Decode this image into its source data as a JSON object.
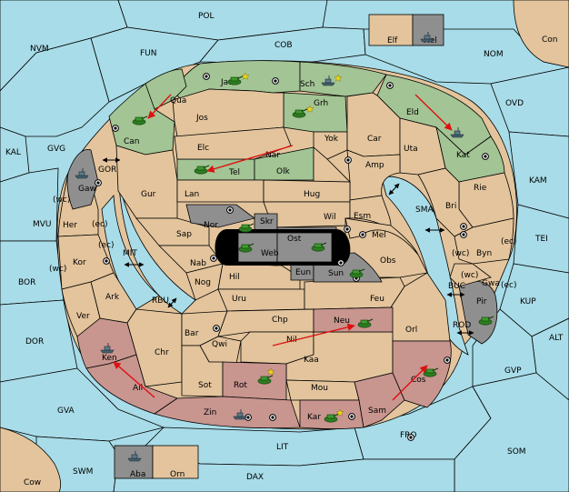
{
  "map_title": "",
  "colors": {
    "sea": "#a8dce8",
    "land": "#e3c49c",
    "green_power": "#a3c494",
    "red_power": "#c8958f",
    "grey_power": "#8f8f8f",
    "arrow": "#d11111"
  },
  "labels": {
    "POL": "POL",
    "NVM": "NVM",
    "FUN": "FUN",
    "COB": "COB",
    "NOM": "NOM",
    "Con": "Con",
    "OVD": "OVD",
    "KAL": "KAL",
    "GVG": "GVG",
    "KAM": "KAM",
    "TEI": "TEI",
    "MVU": "MVU",
    "BOR": "BOR",
    "DOR": "DOR",
    "KUP": "KUP",
    "ALT": "ALT",
    "GVP": "GVP",
    "GVA": "GVA",
    "FRO": "FRO",
    "SOM": "SOM",
    "LIT": "LIT",
    "SWM": "SWM",
    "DAX": "DAX",
    "Cow": "Cow",
    "GOR": "GOR",
    "MIT": "MIT",
    "RBU": "RBU",
    "SMA": "SMA",
    "BUC": "BUC",
    "ROD": "ROD",
    "Elf": "Elf",
    "Hel": "Hel",
    "Aba": "Aba",
    "Orn": "Orn",
    "Jad": "Jad",
    "Sch": "Sch",
    "Qua": "Qua",
    "Jos": "Jos",
    "Grh": "Grh",
    "Can": "Can",
    "Eld": "Eld",
    "Yok": "Yok",
    "Car": "Car",
    "Uta": "Uta",
    "Elc": "Elc",
    "Nar": "Nar",
    "Kat": "Kat",
    "Tel": "Tel",
    "Olk": "Olk",
    "Amp": "Amp",
    "Gaw": "Gaw",
    "Gur": "Gur",
    "Lan": "Lan",
    "Hug": "Hug",
    "Rie": "Rie",
    "Bri": "Bri",
    "Wil": "Wil",
    "Esm": "Esm",
    "Her": "Her",
    "Nor": "Nor",
    "Skr": "Skr",
    "Ost": "Ost",
    "Mel": "Mel",
    "Sap": "Sap",
    "Web": "Web",
    "Byn": "Byn",
    "Kor": "Kor",
    "Nab": "Nab",
    "Eun": "Eun",
    "Sun": "Sun",
    "Obs": "Obs",
    "Hil": "Hil",
    "Gwa": "Gwa",
    "Nog": "Nog",
    "Ark": "Ark",
    "Uru": "Uru",
    "Feu": "Feu",
    "Pir": "Pir",
    "Ver": "Ver",
    "Chp": "Chp",
    "Neu": "Neu",
    "Orl": "Orl",
    "Bar": "Bar",
    "Qwi": "Qwi",
    "Nil": "Nil",
    "Ken": "Ken",
    "Chr": "Chr",
    "Kaa": "Kaa",
    "Cos": "Cos",
    "Rot": "Rot",
    "Ail": "Ail",
    "Sot": "Sot",
    "Mou": "Mou",
    "Sam": "Sam",
    "Zin": "Zin",
    "Kar": "Kar",
    "wc1": "(wc)",
    "ec1": "(ec)",
    "ec2": "(ec)",
    "wc2": "(wc)",
    "ec3": "(ec)",
    "wc3": "(wc)",
    "wc4": "(wc)",
    "ec4": "(ec)"
  },
  "units": {
    "army": "army-icon",
    "fleet": "fleet-icon",
    "supply_center": "supply-center-icon",
    "hold_marker": "star-icon"
  }
}
